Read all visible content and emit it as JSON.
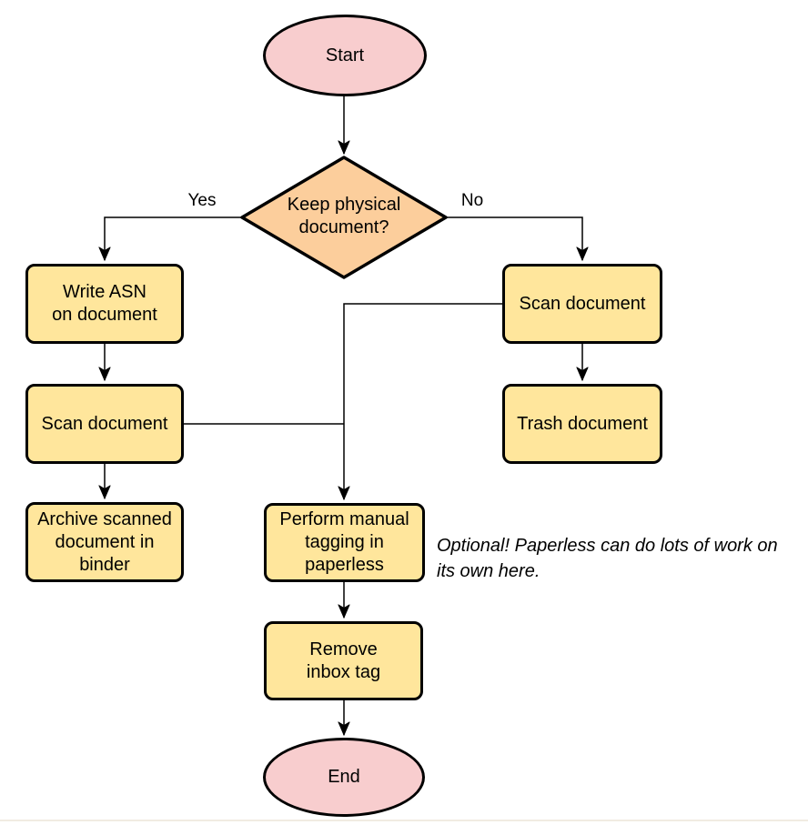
{
  "nodes": {
    "start": {
      "label": "Start",
      "shape": "ellipse"
    },
    "decision": {
      "label": "Keep physical\ndocument?",
      "shape": "diamond"
    },
    "write_asn": {
      "label": "Write ASN\non document",
      "shape": "process"
    },
    "scan_left": {
      "label": "Scan document",
      "shape": "process"
    },
    "archive": {
      "label": "Archive scanned\ndocument in\nbinder",
      "shape": "process"
    },
    "scan_right": {
      "label": "Scan document",
      "shape": "process"
    },
    "trash": {
      "label": "Trash document",
      "shape": "process"
    },
    "tagging": {
      "label": "Perform manual\ntagging in\npaperless",
      "shape": "process"
    },
    "remove_inbox": {
      "label": "Remove\ninbox tag",
      "shape": "process"
    },
    "end": {
      "label": "End",
      "shape": "ellipse"
    }
  },
  "edges": {
    "yes": {
      "label": "Yes"
    },
    "no": {
      "label": "No"
    }
  },
  "note": {
    "text": "Optional! Paperless can do lots of work on\nits own here."
  },
  "colors": {
    "terminator_fill": "#F8CDCE",
    "decision_fill": "#FCCE9C",
    "process_fill": "#FFE69C",
    "shape_stroke": "#000000",
    "connector": "#000000",
    "page_edge": "#F1ECE2",
    "background": "#FFFFFF"
  }
}
